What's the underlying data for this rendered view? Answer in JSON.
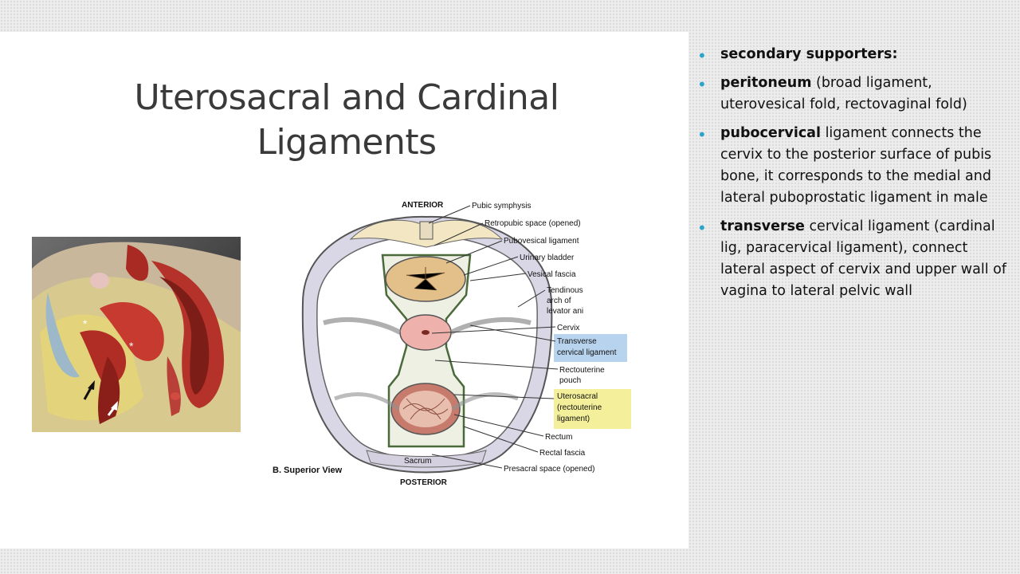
{
  "slide": {
    "title": "Uterosacral and Cardinal Ligaments"
  },
  "bullets": [
    {
      "bold": "secondary supporters:",
      "rest": ""
    },
    {
      "bold": "peritoneum",
      "rest": " (broad ligament, uterovesical fold, rectovaginal fold)"
    },
    {
      "bold": "pubocervical",
      "rest": " ligament connects the cervix to the posterior surface of pubis bone, it corresponds to the medial and lateral puboprostatic ligament in male"
    },
    {
      "bold": "transverse",
      "rest": " cervical ligament (cardinal lig, paracervical ligament), connect lateral aspect of cervix and upper wall of vagina to lateral pelvic wall"
    }
  ],
  "sagittal_image": {
    "markers": [
      "*",
      "*"
    ]
  },
  "diagram": {
    "top_label": "ANTERIOR",
    "bottom_label": "POSTERIOR",
    "view_label": "B. Superior View",
    "sacrum_label": "Sacrum",
    "labels": {
      "pubic_symphysis": "Pubic symphysis",
      "retropubic_space": "Retropubic space (opened)",
      "pubovesical": "Pubovesical ligament",
      "urinary_bladder": "Urinary bladder",
      "vesical_fascia": "Vesical fascia",
      "tendinous_1": "Tendinous",
      "tendinous_2": "arch of",
      "tendinous_3": "levator ani",
      "cervix": "Cervix",
      "transverse_1": "Transverse",
      "transverse_2": "cervical ligament",
      "rectouterine_1": "Rectouterine",
      "rectouterine_2": "pouch",
      "uterosacral_1": "Uterosacral",
      "uterosacral_2": "(rectouterine",
      "uterosacral_3": "ligament)",
      "rectum": "Rectum",
      "rectal_fascia": "Rectal fascia",
      "presacral": "Presacral space (opened)"
    },
    "highlight_colors": {
      "blue": "#b8d3ee",
      "yellow": "#f4ef9a"
    }
  }
}
